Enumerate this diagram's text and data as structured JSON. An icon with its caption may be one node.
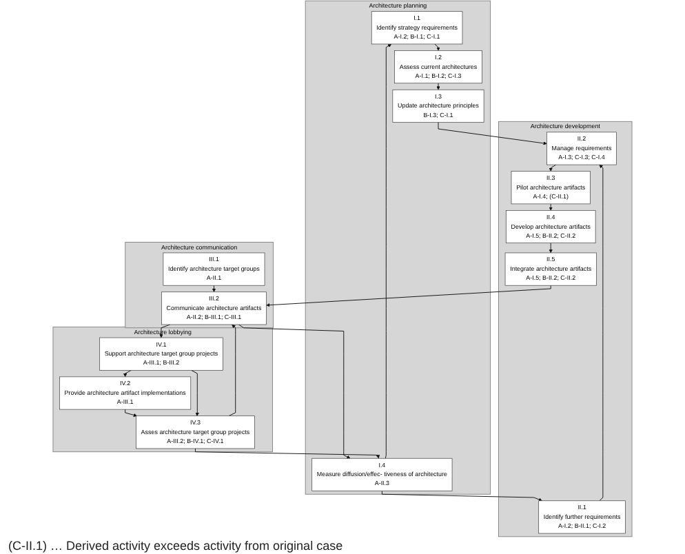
{
  "diagram": {
    "nodes": [
      {
        "text": [
          "Architecture planning"
        ]
      },
      {
        "text": [
          "I.1",
          "Identify strategy requirements",
          "A-I.2; B-I.1; C-I.1"
        ],
        "in": 0
      },
      {
        "text": [
          "I.2",
          "Assess current architectures",
          "A-I.1; B-I.2; C-I.3"
        ],
        "in": 0
      },
      {
        "text": [
          "I.3",
          "Update architecture principles",
          "B-I.3; C-I.1"
        ],
        "in": 0
      },
      {
        "text": [
          "I.4",
          "Measure diffusion/effec- tiveness of architecture",
          "A-II.3"
        ],
        "in": 0
      },
      {
        "text": [
          "Architecture development"
        ]
      },
      {
        "text": [
          "II.1",
          "Identify further requirements",
          "A-I.2; B-II.1; C-I.2"
        ],
        "in": 5
      },
      {
        "text": [
          "II.2",
          "Manage requirements",
          "A-I.3; C-I.3; C-I.4"
        ],
        "in": 5
      },
      {
        "text": [
          "II.3",
          "Pilot architecture artifacts",
          "A-I.4; (C-II.1)"
        ],
        "in": 5
      },
      {
        "text": [
          "II.4",
          "Develop architecture artifacts",
          "A-I.5; B-II.2; C-II.2"
        ],
        "in": 5
      },
      {
        "text": [
          "II.5",
          "Integrate architecture artifacts",
          "A-I.5; B-II.2; C-II.2"
        ],
        "in": 5
      },
      {
        "text": [
          "Architecture communication"
        ]
      },
      {
        "text": [
          "III.1",
          "Identify architecture target groups",
          "A-II.1"
        ],
        "in": 11
      },
      {
        "text": [
          "III.2",
          "Communicate architecture artifacts",
          "A-II.2; B-III.1; C-III.1"
        ],
        "in": 11
      },
      {
        "text": [
          "Architecture lobbying"
        ]
      },
      {
        "text": [
          "IV.1",
          "Support architecture target group projects",
          "A-III.1; B-III.2"
        ],
        "in": 14
      },
      {
        "text": [
          "IV.2",
          "Provide architecture artifact implementations",
          "A-III.1"
        ],
        "in": 14
      },
      {
        "text": [
          "IV.3",
          "Asses architecture target group projects",
          "A-III.2; B-IV.1; C-IV.1"
        ],
        "in": 14
      }
    ],
    "edges": [
      {
        "from": 1,
        "to": 2,
        "arrow": "to"
      },
      {
        "from": 2,
        "to": 3,
        "arrow": "to"
      },
      {
        "from": 4,
        "to": 1,
        "arrow": "to"
      },
      {
        "from": 4,
        "to": 6,
        "arrow": "to"
      },
      {
        "from": 3,
        "to": 7,
        "arrow": "to"
      },
      {
        "from": 6,
        "to": 7,
        "arrow": "to"
      },
      {
        "from": 7,
        "to": 8,
        "arrow": "to"
      },
      {
        "from": 8,
        "to": 9,
        "arrow": "to"
      },
      {
        "from": 9,
        "to": 10,
        "arrow": "to"
      },
      {
        "from": 10,
        "to": 13,
        "arrow": "to"
      },
      {
        "from": 12,
        "to": 13,
        "arrow": "to"
      },
      {
        "from": 13,
        "to": 15,
        "arrow": "to"
      },
      {
        "from": 13,
        "to": 4,
        "arrow": "to"
      },
      {
        "from": 17,
        "to": 4,
        "arrow": "to"
      },
      {
        "from": 15,
        "to": 16,
        "arrow": "to"
      },
      {
        "from": 16,
        "to": 17,
        "arrow": "to"
      },
      {
        "from": 15,
        "to": 17,
        "arrow": "to"
      },
      {
        "from": 17,
        "to": 13,
        "arrow": "to"
      }
    ],
    "labels": [
      "(C-II.1) … Derived activity exceeds activity from original case"
    ]
  }
}
